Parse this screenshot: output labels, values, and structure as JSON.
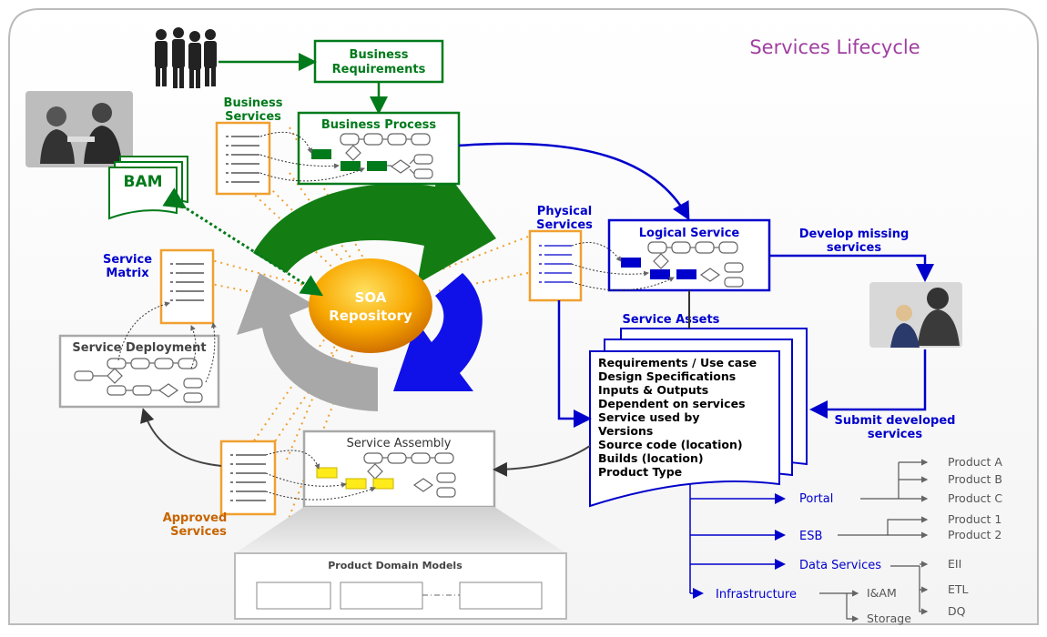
{
  "title": "Services Lifecycle",
  "boxes": {
    "business_requirements": [
      "Business",
      "Requirements"
    ],
    "business_process": "Business Process",
    "logical_service": "Logical Service",
    "service_deployment": "Service Deployment",
    "service_assembly": "Service Assembly",
    "product_domain_models": "Product Domain Models",
    "repository": [
      "SOA",
      "Repository"
    ],
    "bam": "BAM"
  },
  "labels": {
    "business_services": [
      "Business",
      "Services"
    ],
    "physical_services": [
      "Physical",
      "Services"
    ],
    "service_matrix": [
      "Service",
      "Matrix"
    ],
    "approved_services": [
      "Approved",
      "Services"
    ],
    "develop_missing": [
      "Develop missing",
      "services"
    ],
    "submit_developed": [
      "Submit developed",
      "services"
    ],
    "service_assets": "Service Assets"
  },
  "asset_items": [
    "Requirements / Use case",
    "Design Specifications",
    "Inputs & Outputs",
    "Dependent on services",
    "Service used by",
    "Versions",
    "Source code (location)",
    "Builds (location)",
    "Product Type"
  ],
  "tree": {
    "categories": [
      "Portal",
      "ESB",
      "Data Services",
      "Infrastructure"
    ],
    "portal_products": [
      "Product A",
      "Product B",
      "Product C"
    ],
    "esb_products": [
      "Product 1",
      "Product 2"
    ],
    "data_services_items": [
      "EII",
      "ETL",
      "DQ"
    ],
    "infrastructure_items": [
      "I&AM",
      "Storage"
    ]
  },
  "colors": {
    "green": "#007a1a",
    "blue": "#0000cc",
    "orange": "#f0a030",
    "gray": "#a8a8a8",
    "purple": "#a040a0",
    "approved": "#c86400"
  }
}
